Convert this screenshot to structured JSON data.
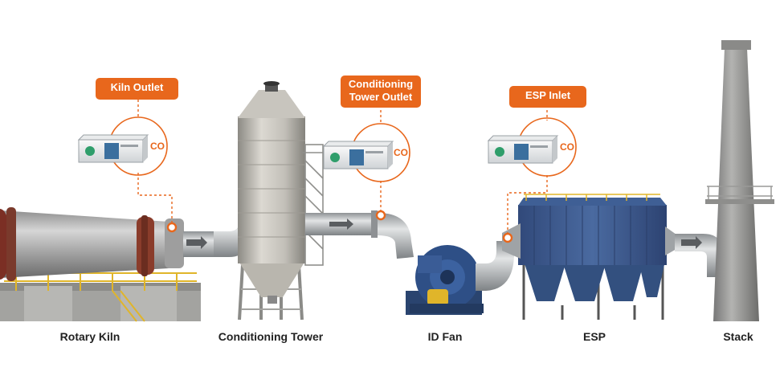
{
  "monitoring_points": [
    {
      "label": "Kiln Outlet",
      "gas": "CO"
    },
    {
      "label_line1": "Conditioning",
      "label_line2": "Tower Outlet",
      "gas": "CO"
    },
    {
      "label": "ESP Inlet",
      "gas": "CO"
    }
  ],
  "equipment": [
    {
      "label": "Rotary Kiln"
    },
    {
      "label": "Conditioning Tower"
    },
    {
      "label": "ID Fan"
    },
    {
      "label": "ESP"
    },
    {
      "label": "Stack"
    }
  ],
  "colors": {
    "accent": "#e8671c",
    "esp_blue": "#3d5a8a",
    "fan_blue": "#2e4f86",
    "steel": "#b9bcbf",
    "concrete": "#9a9a98"
  }
}
